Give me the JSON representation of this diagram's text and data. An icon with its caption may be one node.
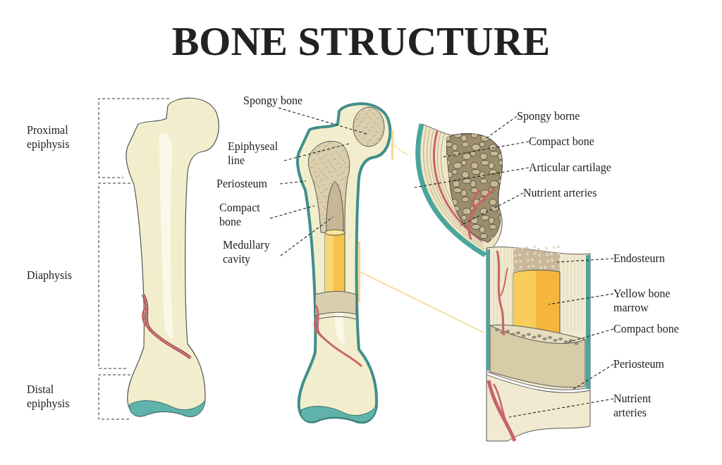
{
  "diagram": {
    "title": "BONE STRUCTURE",
    "nodes": [
      {
        "text": [
          "Spongy bone"
        ]
      },
      {
        "text": [
          "Epiphyseal line"
        ]
      },
      {
        "text": [
          "Periosteum"
        ]
      },
      {
        "text": [
          "Compact bone"
        ]
      },
      {
        "text": [
          "Medullary cavity"
        ]
      },
      {
        "text": [
          "Spongy borne"
        ]
      },
      {
        "text": [
          "Compact bone"
        ]
      },
      {
        "text": [
          "Articular cartilage"
        ]
      },
      {
        "text": [
          "Nutrient arteries"
        ]
      },
      {
        "text": [
          "Endosteurn"
        ]
      },
      {
        "text": [
          "Yellow bone marrow"
        ]
      },
      {
        "text": [
          "Compact bone"
        ]
      },
      {
        "text": [
          "Periosteum"
        ]
      },
      {
        "text": [
          "Nutrient arteries"
        ]
      },
      {
        "text": [],
        "shape": "bar"
      },
      {
        "text": [],
        "shape": "picture"
      },
      {
        "text": [],
        "shape": "bar"
      },
      {
        "text": [],
        "shape": "picture"
      }
    ],
    "edges": [
      {
        "from": 0,
        "to": null,
        "arrow": "none",
        "style": "dashed"
      },
      {
        "from": 1,
        "to": null,
        "arrow": "none",
        "style": "dashed"
      },
      {
        "from": 2,
        "to": null,
        "arrow": "none",
        "style": "dashed"
      },
      {
        "from": 3,
        "to": null,
        "arrow": "none",
        "style": "dashed"
      },
      {
        "from": 4,
        "to": null,
        "arrow": "none",
        "style": "dashed"
      },
      {
        "from": 5,
        "to": 15,
        "arrow": "none",
        "style": "dashed"
      },
      {
        "from": 6,
        "to": 15,
        "arrow": "none",
        "style": "dashed"
      },
      {
        "from": 7,
        "to": 15,
        "arrow": "none",
        "style": "dashed"
      },
      {
        "from": 8,
        "to": 15,
        "arrow": "none",
        "style": "dashed"
      },
      {
        "from": 9,
        "to": 17,
        "arrow": "none",
        "style": "dashed"
      },
      {
        "from": 10,
        "to": 17,
        "arrow": "none",
        "style": "dashed"
      },
      {
        "from": 11,
        "to": 17,
        "arrow": "none",
        "style": "dashed"
      },
      {
        "from": 12,
        "to": 17,
        "arrow": "none",
        "style": "dashed"
      },
      {
        "from": 13,
        "to": 17,
        "arrow": "none",
        "style": "dashed"
      },
      {
        "from": 14,
        "to": 15,
        "arrow": "none",
        "color": "#f5d98e"
      },
      {
        "from": 16,
        "to": 17,
        "arrow": "none",
        "color": "#f5d98e"
      }
    ],
    "labels": [
      "Proximal epiphysis",
      "Diaphysis",
      "Distal epiphysis"
    ]
  }
}
